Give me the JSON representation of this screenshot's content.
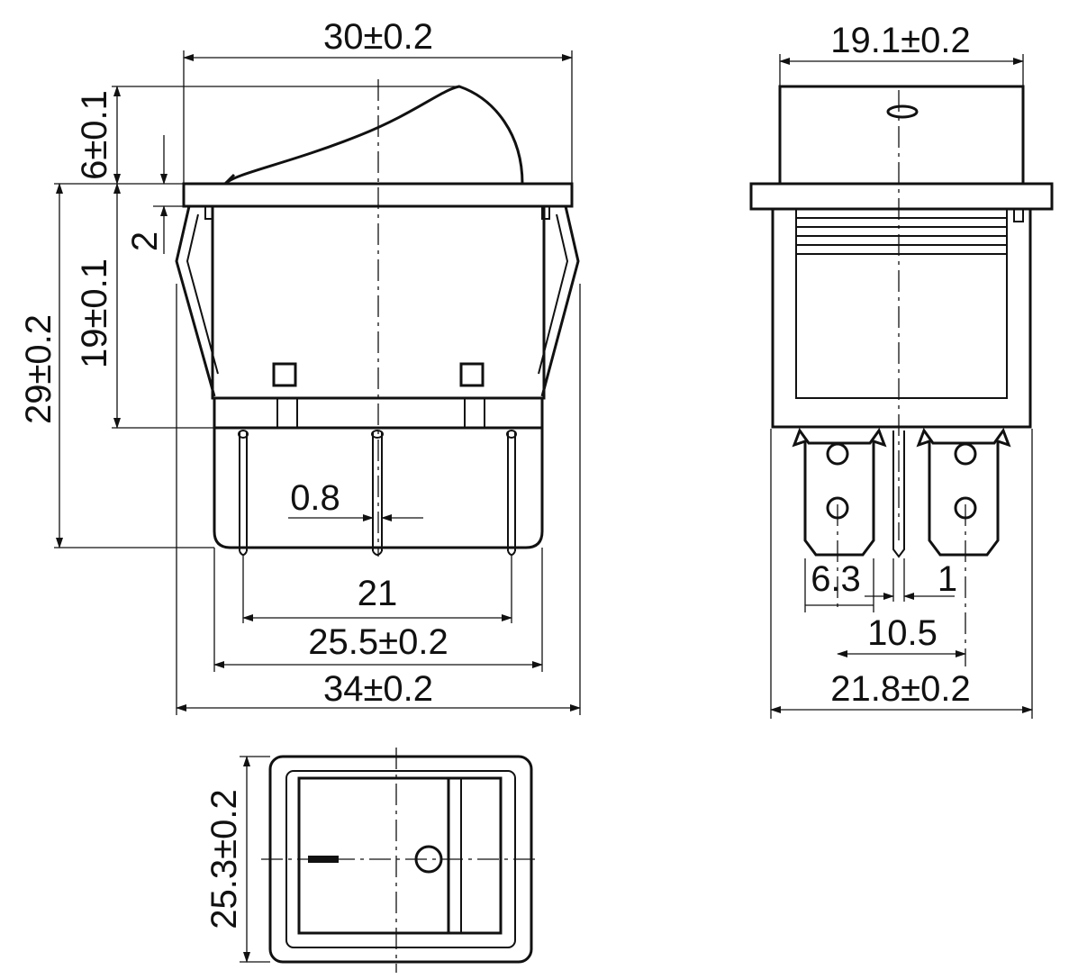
{
  "colors": {
    "line": "#111111",
    "background": "#ffffff"
  },
  "views": {
    "front": {
      "top_width": "30±0.2",
      "rocker_height": "6±0.1",
      "flange_thickness": "2",
      "body_height": "19±0.1",
      "overall_height": "29±0.2",
      "pin_thickness": "0.8",
      "pin_spacing": "21",
      "body_width": "25.5±0.2",
      "clip_width": "34±0.2"
    },
    "side": {
      "top_width": "19.1±0.2",
      "terminal_width": "6.3",
      "center_pin": "1",
      "terminal_spacing": "10.5",
      "overall_width": "21.8±0.2"
    },
    "top": {
      "height": "25.3±0.2"
    }
  }
}
